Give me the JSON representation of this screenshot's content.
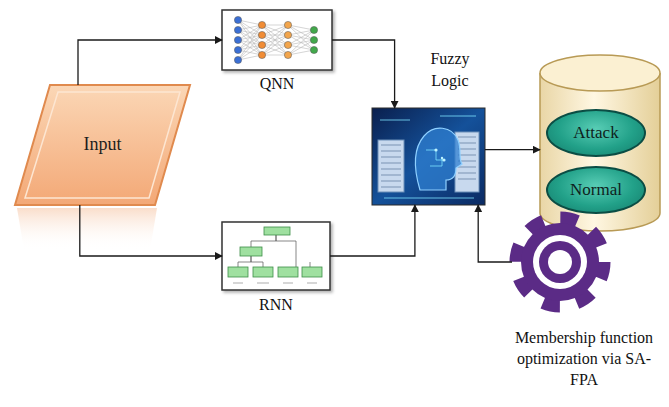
{
  "diagram": {
    "nodes": [
      {
        "text": [
          "Input"
        ]
      },
      {
        "text": [
          "QNN"
        ]
      },
      {
        "text": [
          "RNN"
        ]
      },
      {
        "text": [
          "Fuzzy Logic"
        ]
      },
      {
        "text": []
      },
      {
        "text": [
          "Attack"
        ],
        "in": 4
      },
      {
        "text": [
          "Normal"
        ],
        "in": 4
      },
      {
        "text": [
          "Membership function optimization via SA-FPA"
        ]
      }
    ],
    "edges": [
      {
        "from": 0,
        "to": 1,
        "arrow": "to"
      },
      {
        "from": 0,
        "to": 2,
        "arrow": "to"
      },
      {
        "from": 1,
        "to": 3,
        "arrow": "to"
      },
      {
        "from": 2,
        "to": 3,
        "arrow": "to"
      },
      {
        "from": 3,
        "to": 4,
        "arrow": "to"
      },
      {
        "from": 7,
        "to": 3,
        "arrow": "to"
      }
    ]
  }
}
